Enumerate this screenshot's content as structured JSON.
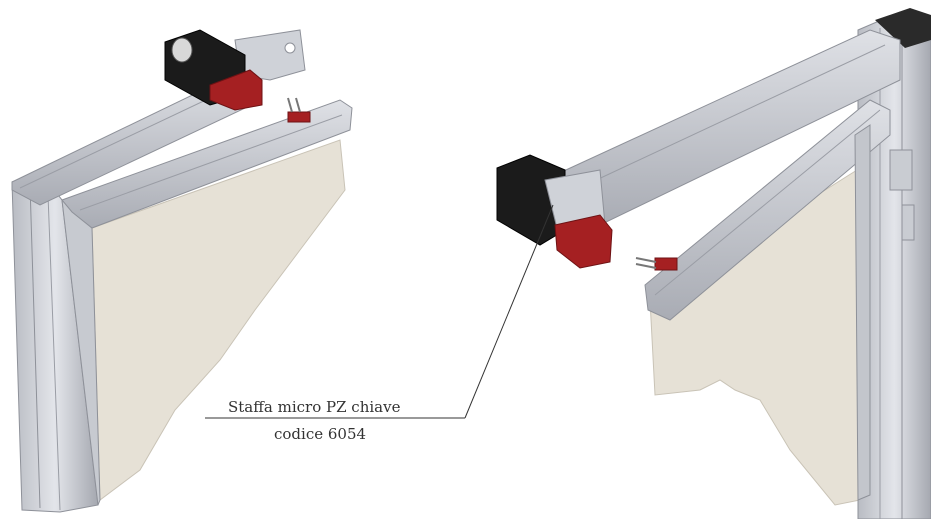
{
  "callout": {
    "line1": "Staffa micro PZ chiave",
    "line2": "codice 6054"
  },
  "colors": {
    "aluminium_light": "#d9dbe0",
    "aluminium_mid": "#b9bcc3",
    "aluminium_dark": "#8e9199",
    "panel_fill": "#e6e1d6",
    "switch_body": "#1b1b1b",
    "bracket_red": "#a52022",
    "leader_line": "#333333"
  },
  "icons": [
    "aluminium-frame-left",
    "aluminium-frame-right",
    "safety-switch-body",
    "safety-key-actuator",
    "switch-bracket"
  ]
}
